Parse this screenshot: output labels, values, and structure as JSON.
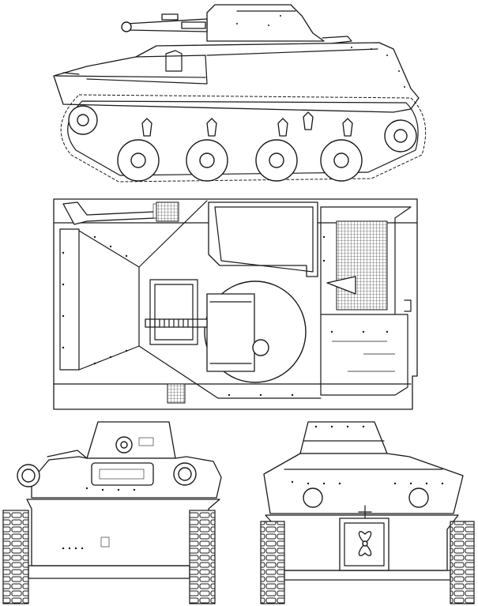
{
  "drawing": {
    "views": [
      {
        "id": "side"
      },
      {
        "id": "top"
      },
      {
        "id": "front"
      },
      {
        "id": "rear"
      }
    ],
    "colors": {
      "line": "#1a1a1a",
      "paper": "#ffffff"
    }
  }
}
